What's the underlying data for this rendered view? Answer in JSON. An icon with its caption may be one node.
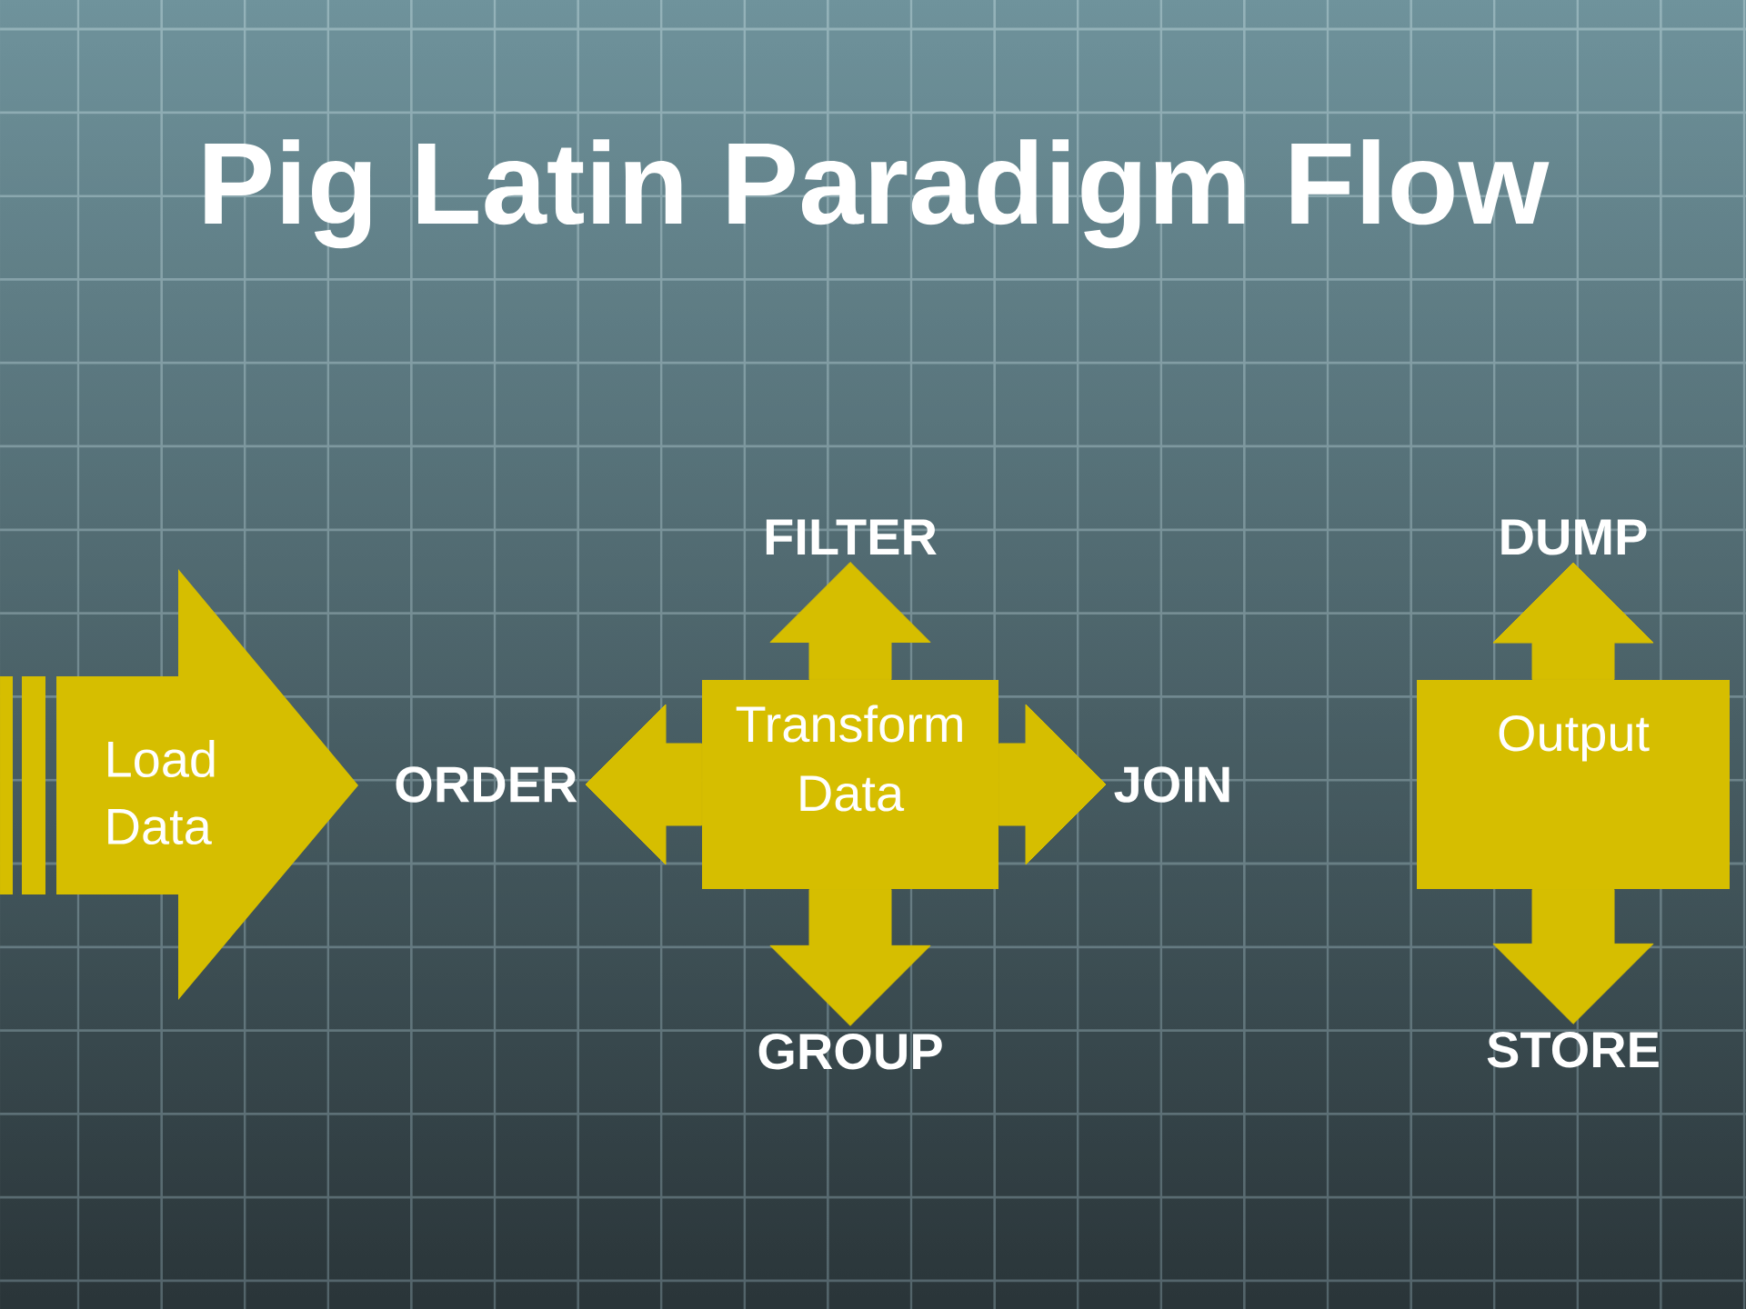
{
  "diagram": {
    "title": "Pig Latin Paradigm Flow",
    "nodes": [
      {
        "text": [
          "Load Data"
        ]
      },
      {
        "text": [
          "Transform Data"
        ]
      },
      {
        "text": [
          "FILTER"
        ]
      },
      {
        "text": [
          "ORDER"
        ]
      },
      {
        "text": [
          "JOIN"
        ]
      },
      {
        "text": [
          "GROUP"
        ]
      },
      {
        "text": [
          "Output"
        ]
      },
      {
        "text": [
          "DUMP"
        ]
      },
      {
        "text": [
          "STORE"
        ]
      }
    ],
    "edges": [
      {
        "from": 1,
        "to": 2,
        "arrow": "to"
      },
      {
        "from": 1,
        "to": 3,
        "arrow": "to"
      },
      {
        "from": 1,
        "to": 4,
        "arrow": "to"
      },
      {
        "from": 1,
        "to": 5,
        "arrow": "to"
      },
      {
        "from": 6,
        "to": 7,
        "arrow": "to"
      },
      {
        "from": 6,
        "to": 8,
        "arrow": "to"
      }
    ]
  }
}
